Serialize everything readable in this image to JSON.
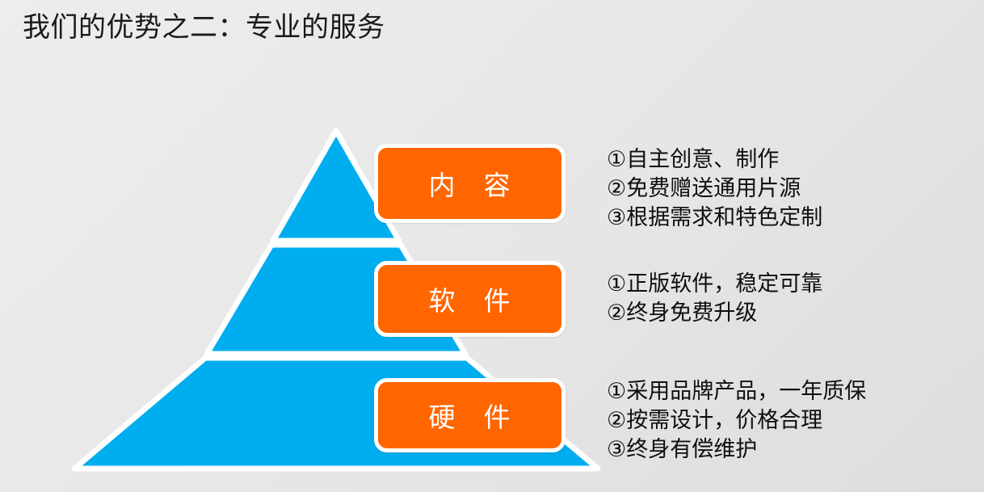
{
  "slide": {
    "title": "我们的优势之二：专业的服务",
    "background_color": "#e8e8e8"
  },
  "colors": {
    "pyramid_blue": "#00ADEF",
    "badge_orange": "#FF6600",
    "badge_border": "#FFFFFF",
    "title_text": "#1A1A1A",
    "note_text": "#0F0F0F"
  },
  "pyramid": {
    "shape": "triangle",
    "levels": [
      {
        "id": "content",
        "badge_label": "内　容",
        "notes": "①自主创意、制作\n②免费赠送通用片源\n③根据需求和特色定制"
      },
      {
        "id": "software",
        "badge_label": "软　件",
        "notes": "①正版软件，稳定可靠\n②终身免费升级"
      },
      {
        "id": "hardware",
        "badge_label": "硬　件",
        "notes": "①采用品牌产品，一年质保\n②按需设计，价格合理\n③终身有偿维护"
      }
    ]
  }
}
